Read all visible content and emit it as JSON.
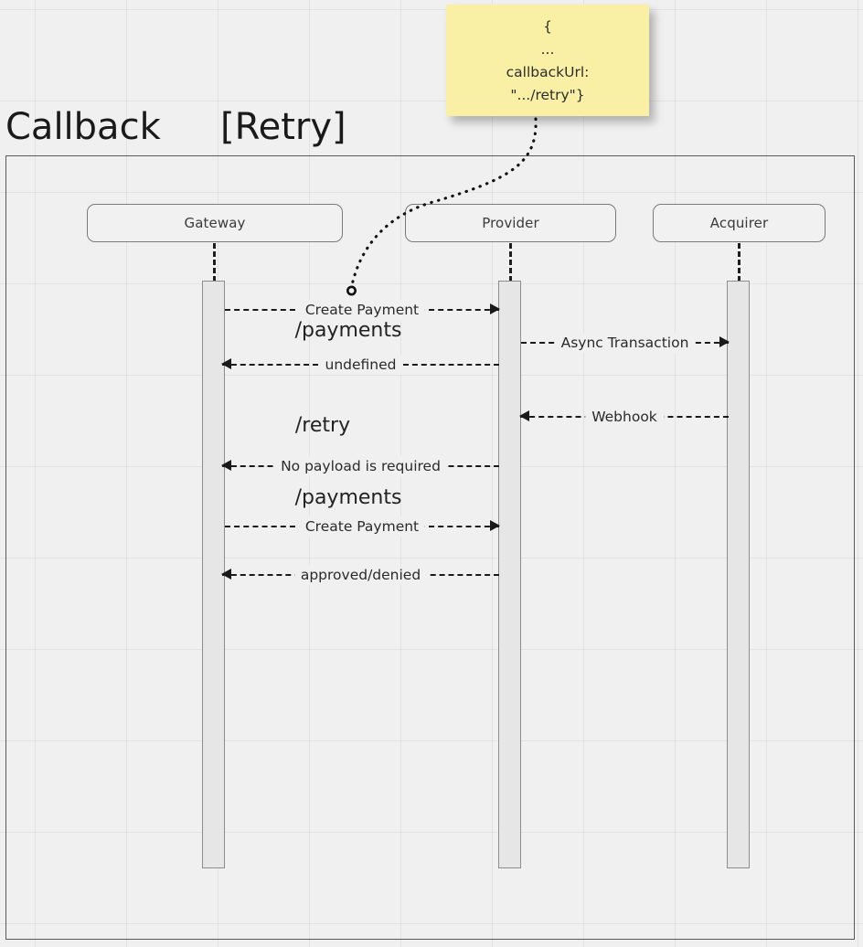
{
  "title": {
    "main": "Callback",
    "fragment": "[Retry]"
  },
  "note": {
    "lines": [
      "{",
      "...",
      "callbackUrl:",
      "\".../retry\"}"
    ],
    "color": "#faf0a5"
  },
  "participants": [
    {
      "name": "Gateway"
    },
    {
      "name": "Provider"
    },
    {
      "name": "Acquirer"
    }
  ],
  "messages": [
    {
      "label": "Create Payment",
      "direction": "right"
    },
    {
      "label": "Async Transaction",
      "direction": "right"
    },
    {
      "label": "undefined",
      "direction": "left"
    },
    {
      "label": "Webhook",
      "direction": "left"
    },
    {
      "label": "No payload is required",
      "direction": "left"
    },
    {
      "label": "Create Payment",
      "direction": "right"
    },
    {
      "label": "approved/denied",
      "direction": "left"
    }
  ],
  "route_labels": [
    {
      "text": "/payments"
    },
    {
      "text": "/retry"
    },
    {
      "text": "/payments"
    }
  ],
  "colors": {
    "background": "#f0f0f0",
    "note": "#faf0a5",
    "line": "#1a1a1a",
    "frame": "#5a5a5a",
    "activation": "#e6e6e6"
  }
}
